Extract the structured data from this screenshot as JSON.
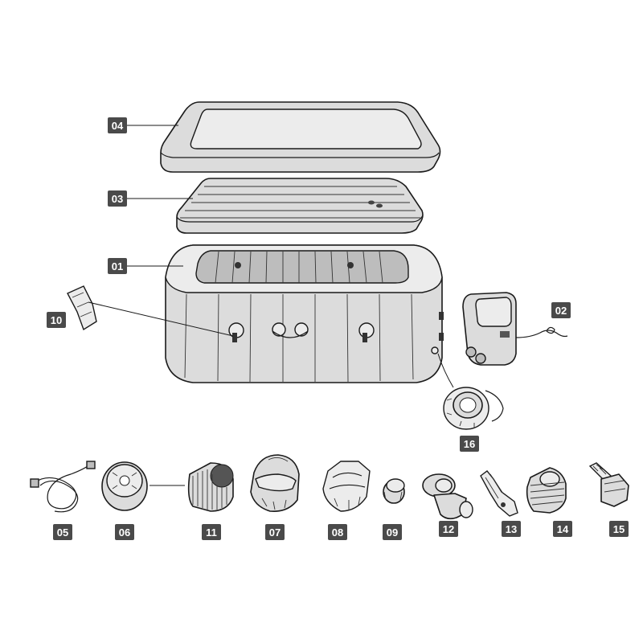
{
  "diagram": {
    "labels": {
      "p01": "01",
      "p02": "02",
      "p03": "03",
      "p04": "04",
      "p05": "05",
      "p06": "06",
      "p07": "07",
      "p08": "08",
      "p09": "09",
      "p10": "10",
      "p11": "11",
      "p12": "12",
      "p13": "13",
      "p14": "14",
      "p15": "15",
      "p16": "16"
    },
    "colors": {
      "tag_fill": "#4a4a4a",
      "tag_text": "#ffffff",
      "part_fill": "#dcdcdc",
      "outline": "#1a1a1a"
    }
  }
}
